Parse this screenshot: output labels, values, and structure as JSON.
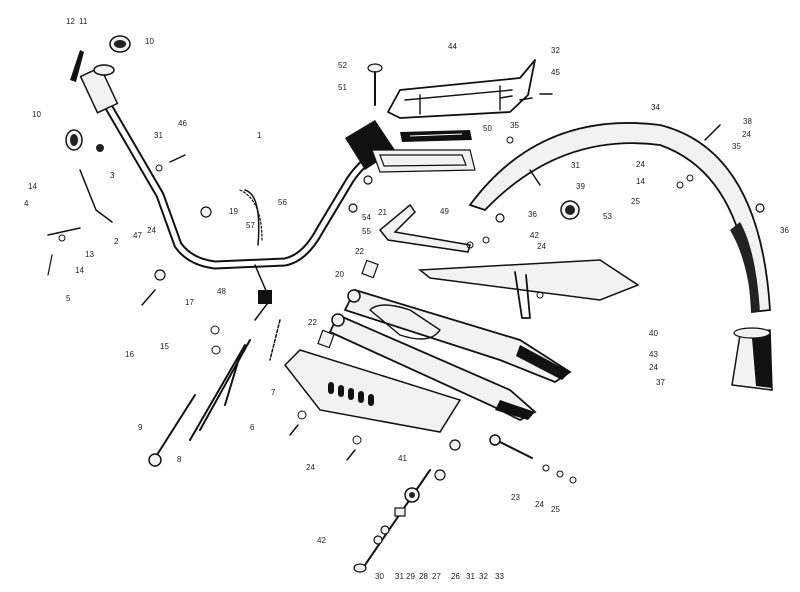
{
  "labels": {
    "l12": "12",
    "l11": "11",
    "l10a": "10",
    "l10b": "10",
    "l52": "52",
    "l51": "51",
    "l44": "44",
    "l32a": "32",
    "l45": "45",
    "l34": "34",
    "l35a": "35",
    "l50": "50",
    "l38": "38",
    "l24a": "24",
    "l35b": "35",
    "l31a": "31",
    "l46": "46",
    "l1": "1",
    "l3": "3",
    "l14a": "14",
    "l4": "4",
    "l13": "13",
    "l2": "2",
    "l47": "47",
    "l24b": "24",
    "l14b": "14",
    "l5": "5",
    "l19": "19",
    "l57": "57",
    "l56": "56",
    "l31b": "31",
    "l39": "39",
    "l24c": "24",
    "l14c": "14",
    "l25a": "25",
    "l53": "53",
    "l21": "21",
    "l54": "54",
    "l55": "55",
    "l49": "49",
    "l36a": "36",
    "l42a": "42",
    "l24d": "24",
    "l36b": "36",
    "l22a": "22",
    "l20": "20",
    "l17": "17",
    "l48": "48",
    "l15": "15",
    "l16": "16",
    "l22b": "22",
    "l7": "7",
    "l9": "9",
    "l6": "6",
    "l8": "8",
    "l40": "40",
    "l43": "43",
    "l24e": "24",
    "l37": "37",
    "l24f": "24",
    "l41": "41",
    "l23": "23",
    "l24g": "24",
    "l25b": "25",
    "l42b": "42",
    "b30": "30",
    "b31": "31",
    "b29": "29",
    "b28": "28",
    "b27": "27",
    "b26": "26",
    "b31b": "31",
    "b32": "32",
    "b33": "33"
  }
}
